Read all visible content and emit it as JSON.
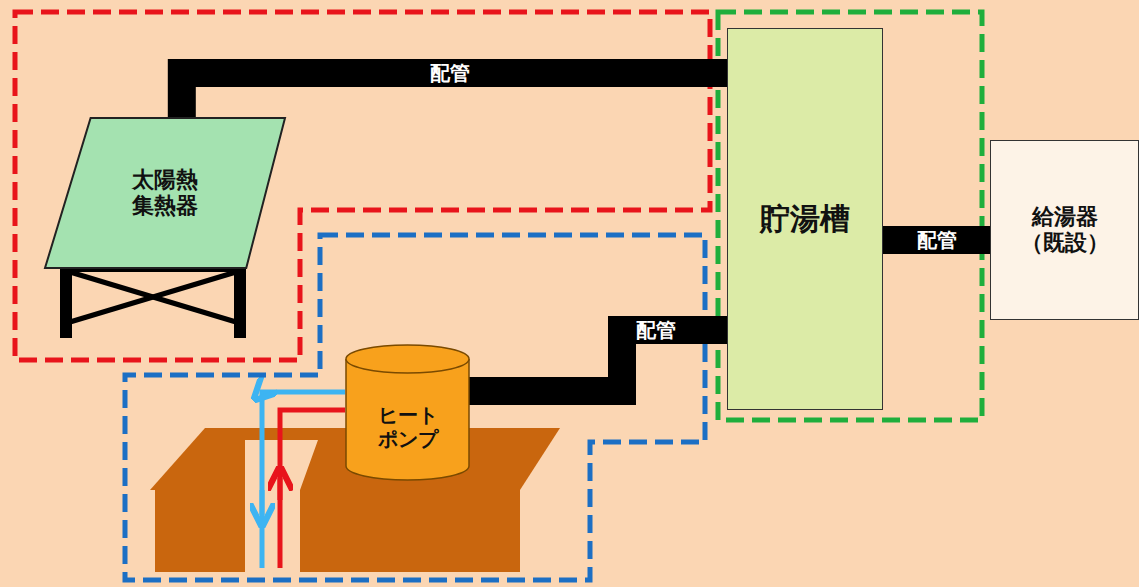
{
  "diagram": {
    "nodes": [
      {
        "text": [
          "太陽熱 集熱器"
        ]
      },
      {
        "text": [
          "貯湯槽"
        ]
      },
      {
        "text": [
          "給湯器 （既設）"
        ]
      },
      {
        "text": [
          "ヒート ポンプ"
        ]
      }
    ],
    "edges": [
      {
        "from": 0,
        "to": 1,
        "label": "配管",
        "arrow": "none"
      },
      {
        "from": 3,
        "to": 1,
        "label": "配管",
        "arrow": "none"
      },
      {
        "from": 1,
        "to": 2,
        "label": "配管",
        "arrow": "none"
      }
    ]
  }
}
